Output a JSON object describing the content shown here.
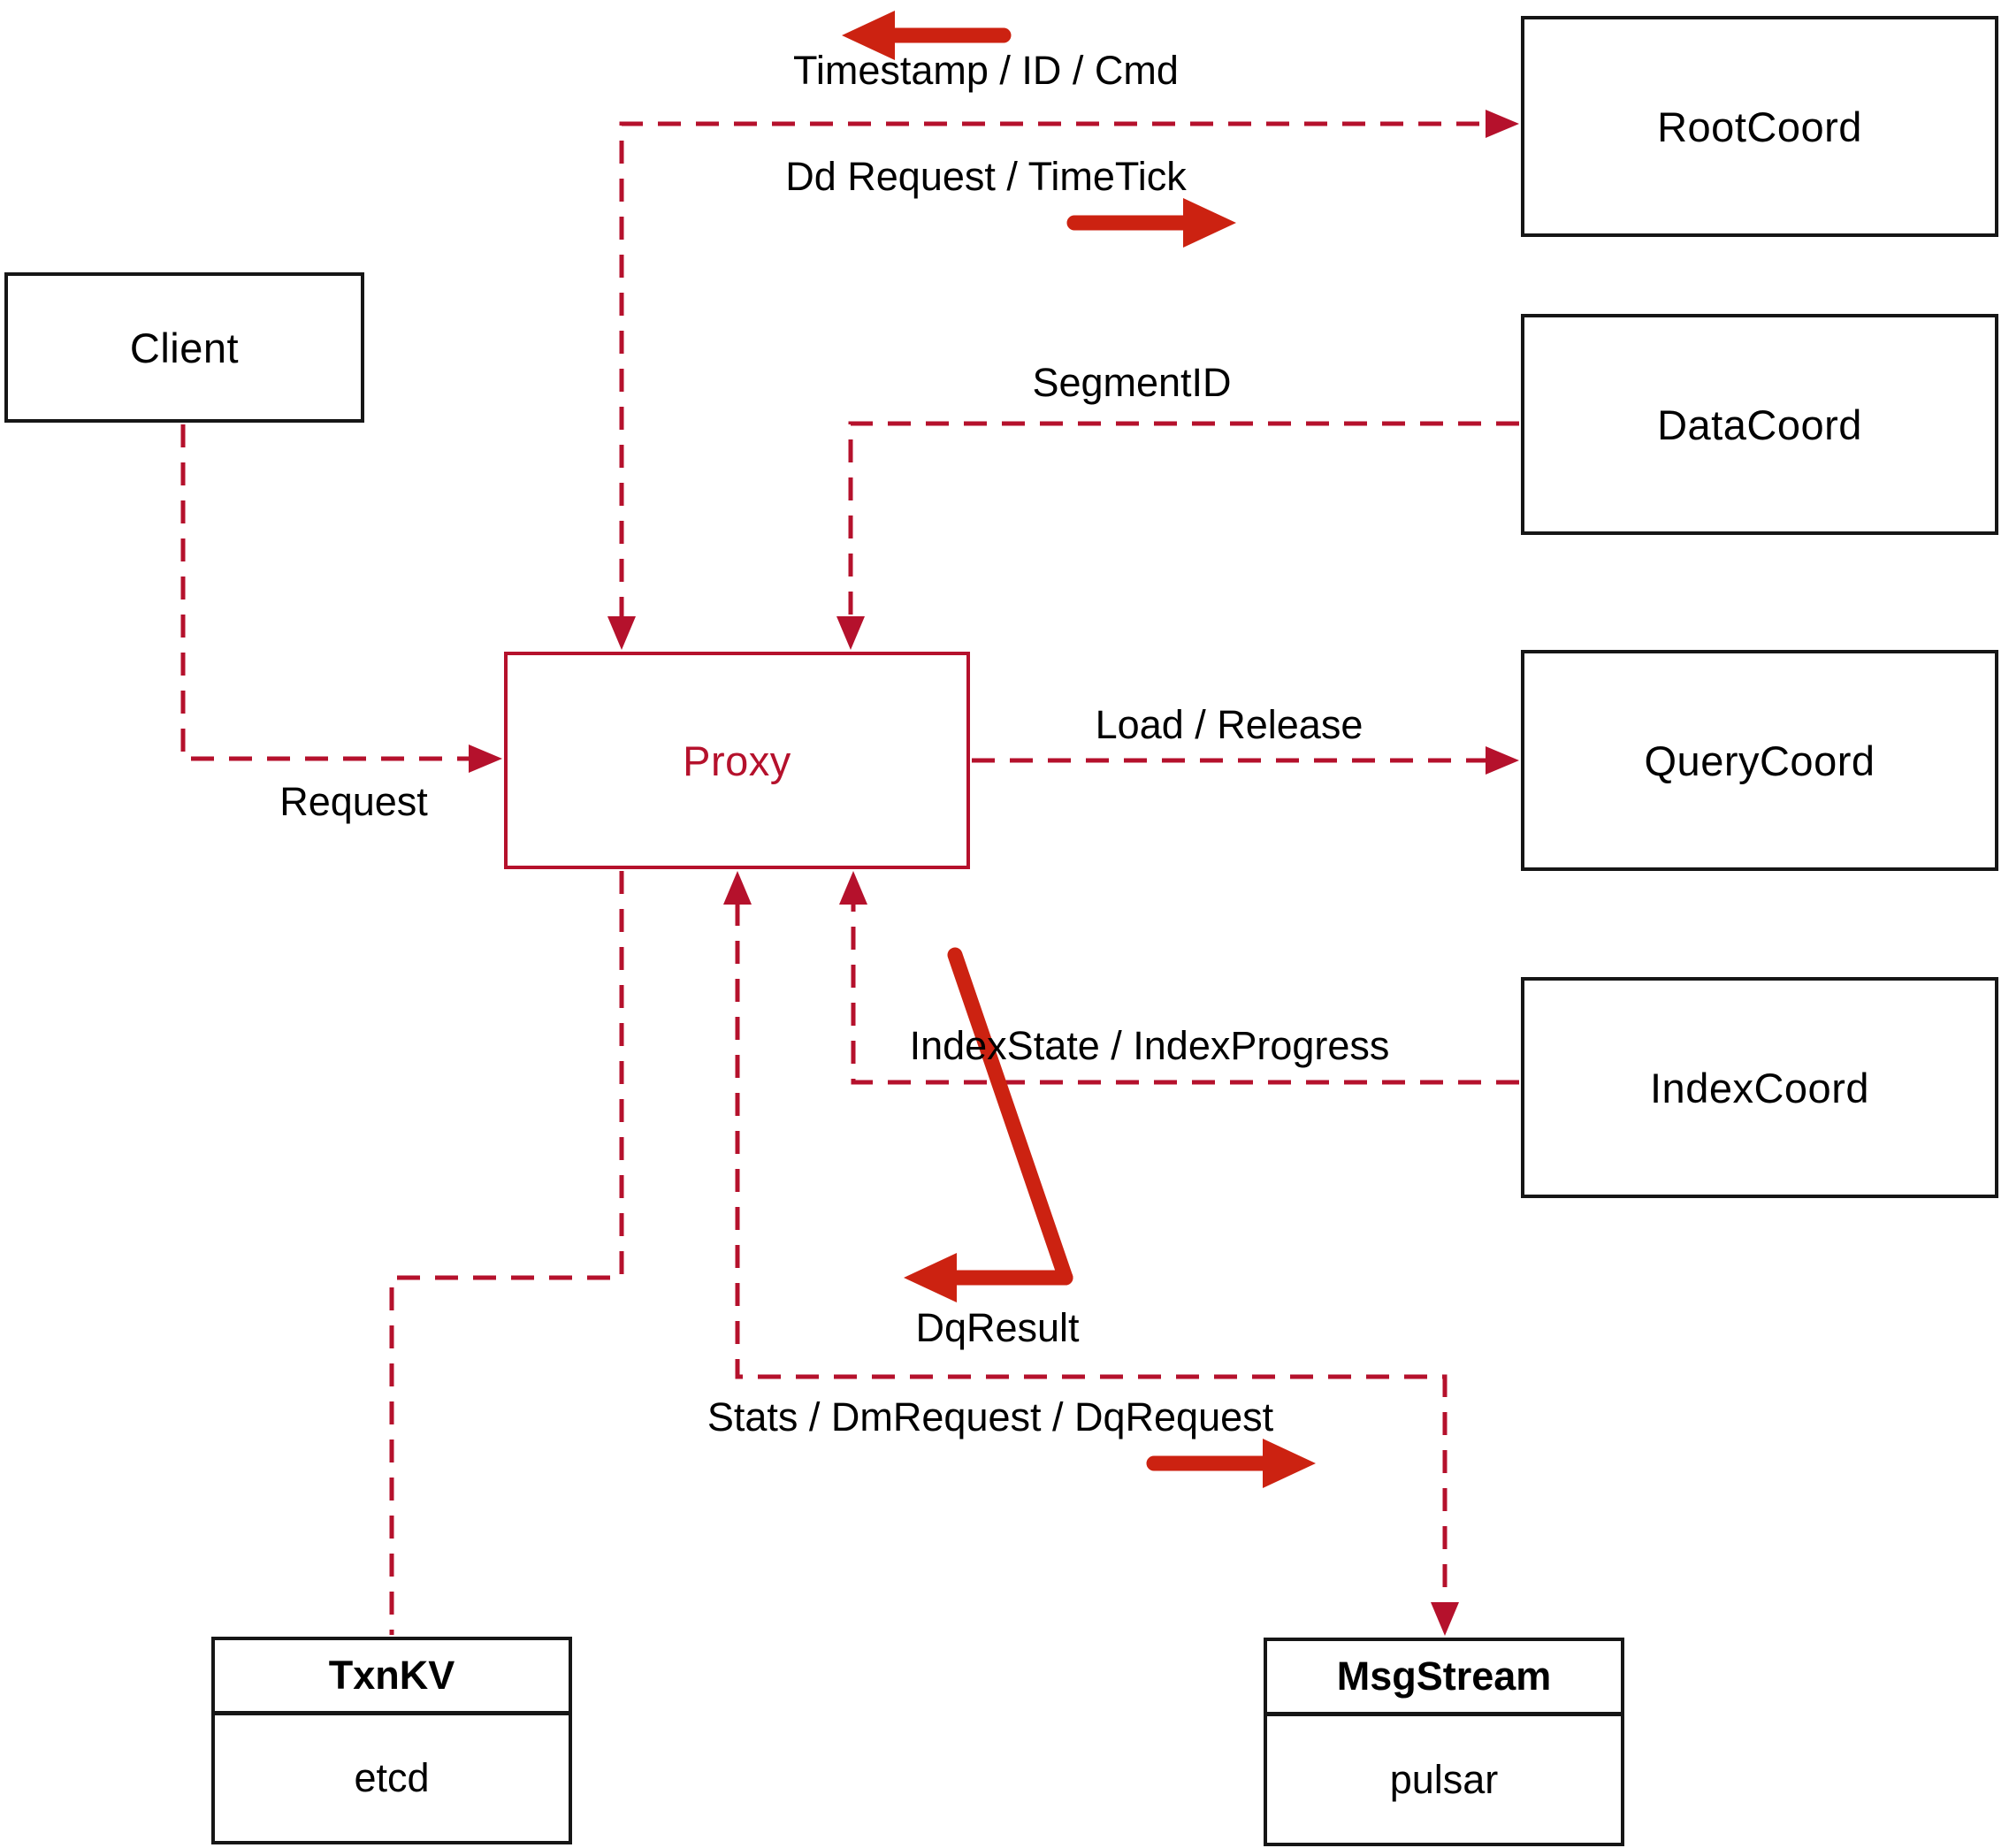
{
  "diagram": {
    "type": "architecture-flow-diagram",
    "colors": {
      "dashed_line_red": "#b5112c",
      "solid_arrow_red": "#cc2211",
      "box_border_black": "#161616",
      "proxy_accent_red": "#b5112c",
      "background": "#ffffff"
    },
    "nodes": {
      "client": {
        "label": "Client"
      },
      "proxy": {
        "label": "Proxy"
      },
      "root_coord": {
        "label": "RootCoord"
      },
      "data_coord": {
        "label": "DataCoord"
      },
      "query_coord": {
        "label": "QueryCoord"
      },
      "index_coord": {
        "label": "IndexCoord"
      },
      "txn_kv": {
        "title": "TxnKV",
        "impl": "etcd"
      },
      "msg_stream": {
        "title": "MsgStream",
        "impl": "pulsar"
      }
    },
    "edge_labels": {
      "timestamp_id_cmd": "Timestamp / ID / Cmd",
      "dd_request_timetick": "Dd Request / TimeTick",
      "segment_id": "SegmentID",
      "load_release": "Load / Release",
      "index_state_progress": "IndexState / IndexProgress",
      "request": "Request",
      "dq_result": "DqResult",
      "stats_dm_dq": "Stats / DmRequest / DqRequest"
    },
    "icons": {
      "left_arrow": "solid red arrow pointing left",
      "right_arrow": "solid red arrow pointing right"
    }
  }
}
